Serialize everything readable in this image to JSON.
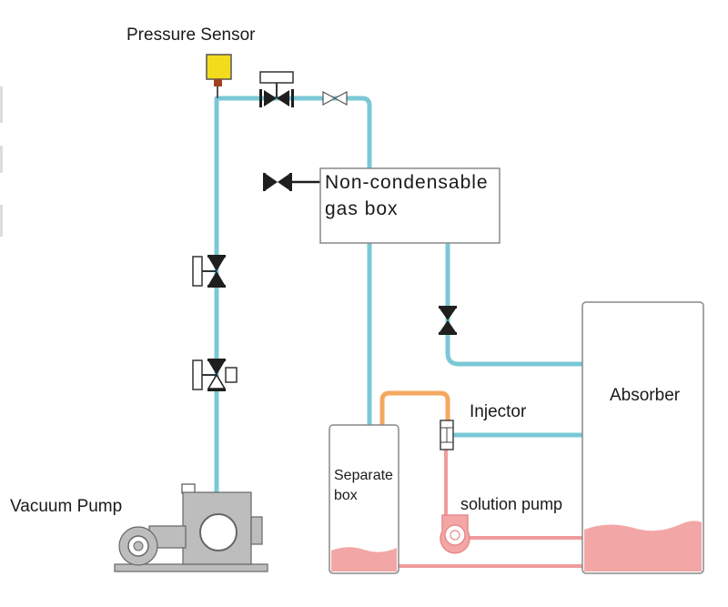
{
  "labels": {
    "pressure_sensor": "Pressure Sensor",
    "non_condensable_line1": "Non-condensable",
    "non_condensable_line2": "gas box",
    "absorber": "Absorber",
    "injector": "Injector",
    "separate_line1": "Separate",
    "separate_line2": "box",
    "solution_pump": "solution pump",
    "vacuum_pump": "Vacuum Pump"
  },
  "colors": {
    "vacuum_line": "#7ac8d6",
    "vapor_line": "#f4a860",
    "solution_line": "#f19a9c",
    "solution_fill": "#f3a6a6",
    "sensor": "#f2dc1c",
    "pump_body": "#bdbdbd",
    "valve": "#1f1f1f"
  }
}
